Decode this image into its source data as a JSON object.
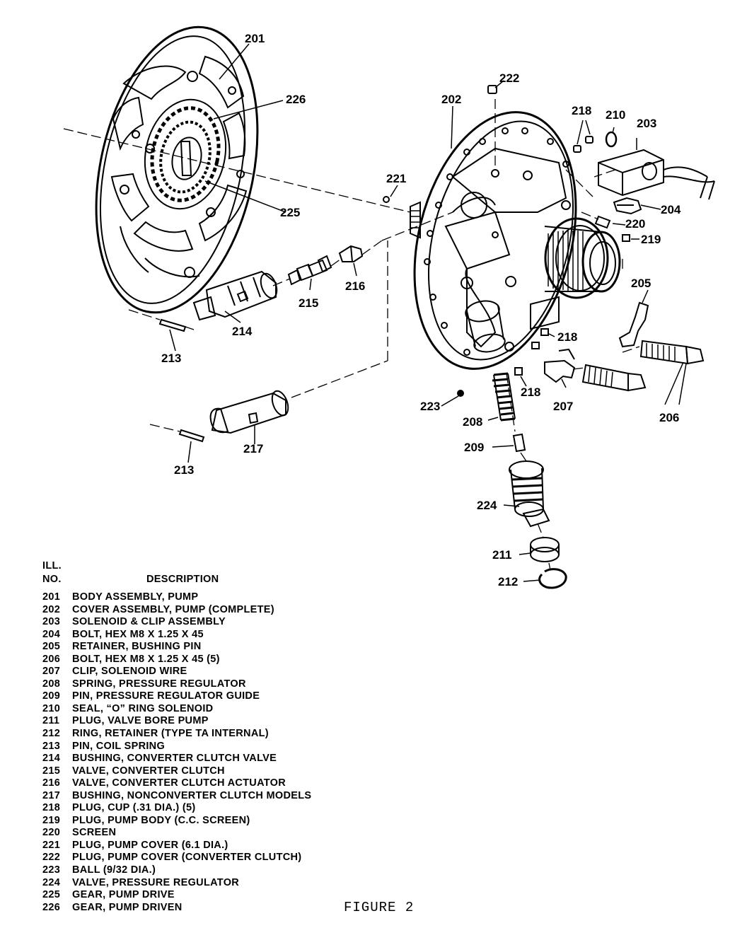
{
  "callouts": {
    "c201": "201",
    "c202": "202",
    "c203": "203",
    "c204": "204",
    "c205": "205",
    "c206": "206",
    "c207": "207",
    "c208": "208",
    "c209": "209",
    "c210": "210",
    "c211": "211",
    "c212": "212",
    "c213a": "213",
    "c213b": "213",
    "c214": "214",
    "c215": "215",
    "c216": "216",
    "c217": "217",
    "c218a": "218",
    "c218b": "218",
    "c218c": "218",
    "c219": "219",
    "c220": "220",
    "c221": "221",
    "c222": "222",
    "c223": "223",
    "c224": "224",
    "c225": "225",
    "c226": "226"
  },
  "legend": {
    "header_ill": "ILL.",
    "header_no": "NO.",
    "header_desc": "DESCRIPTION",
    "rows": [
      {
        "num": "201",
        "desc": "BODY ASSEMBLY, PUMP"
      },
      {
        "num": "202",
        "desc": "COVER ASSEMBLY, PUMP (COMPLETE)"
      },
      {
        "num": "203",
        "desc": "SOLENOID & CLIP ASSEMBLY"
      },
      {
        "num": "204",
        "desc": "BOLT, HEX M8 X 1.25 X 45"
      },
      {
        "num": "205",
        "desc": "RETAINER, BUSHING PIN"
      },
      {
        "num": "206",
        "desc": "BOLT, HEX M8 X 1.25 X 45 (5)"
      },
      {
        "num": "207",
        "desc": "CLIP, SOLENOID WIRE"
      },
      {
        "num": "208",
        "desc": "SPRING, PRESSURE REGULATOR"
      },
      {
        "num": "209",
        "desc": "PIN, PRESSURE REGULATOR GUIDE"
      },
      {
        "num": "210",
        "desc": "SEAL, “O” RING SOLENOID"
      },
      {
        "num": "211",
        "desc": "PLUG, VALVE BORE PUMP"
      },
      {
        "num": "212",
        "desc": "RING, RETAINER (TYPE TA INTERNAL)"
      },
      {
        "num": "213",
        "desc": "PIN, COIL SPRING"
      },
      {
        "num": "214",
        "desc": "BUSHING, CONVERTER CLUTCH VALVE"
      },
      {
        "num": "215",
        "desc": "VALVE, CONVERTER CLUTCH"
      },
      {
        "num": "216",
        "desc": "VALVE, CONVERTER CLUTCH ACTUATOR"
      },
      {
        "num": "217",
        "desc": "BUSHING, NONCONVERTER CLUTCH MODELS"
      },
      {
        "num": "218",
        "desc": "PLUG, CUP (.31 DIA.) (5)"
      },
      {
        "num": "219",
        "desc": "PLUG, PUMP BODY (C.C. SCREEN)"
      },
      {
        "num": "220",
        "desc": "SCREEN"
      },
      {
        "num": "221",
        "desc": "PLUG, PUMP COVER (6.1 DIA.)"
      },
      {
        "num": "222",
        "desc": "PLUG, PUMP COVER (CONVERTER CLUTCH)"
      },
      {
        "num": "223",
        "desc": "BALL (9/32 DIA.)"
      },
      {
        "num": "224",
        "desc": "VALVE, PRESSURE REGULATOR"
      },
      {
        "num": "225",
        "desc": "GEAR, PUMP DRIVE"
      },
      {
        "num": "226",
        "desc": "GEAR, PUMP DRIVEN"
      }
    ]
  },
  "caption": "FIGURE 2"
}
